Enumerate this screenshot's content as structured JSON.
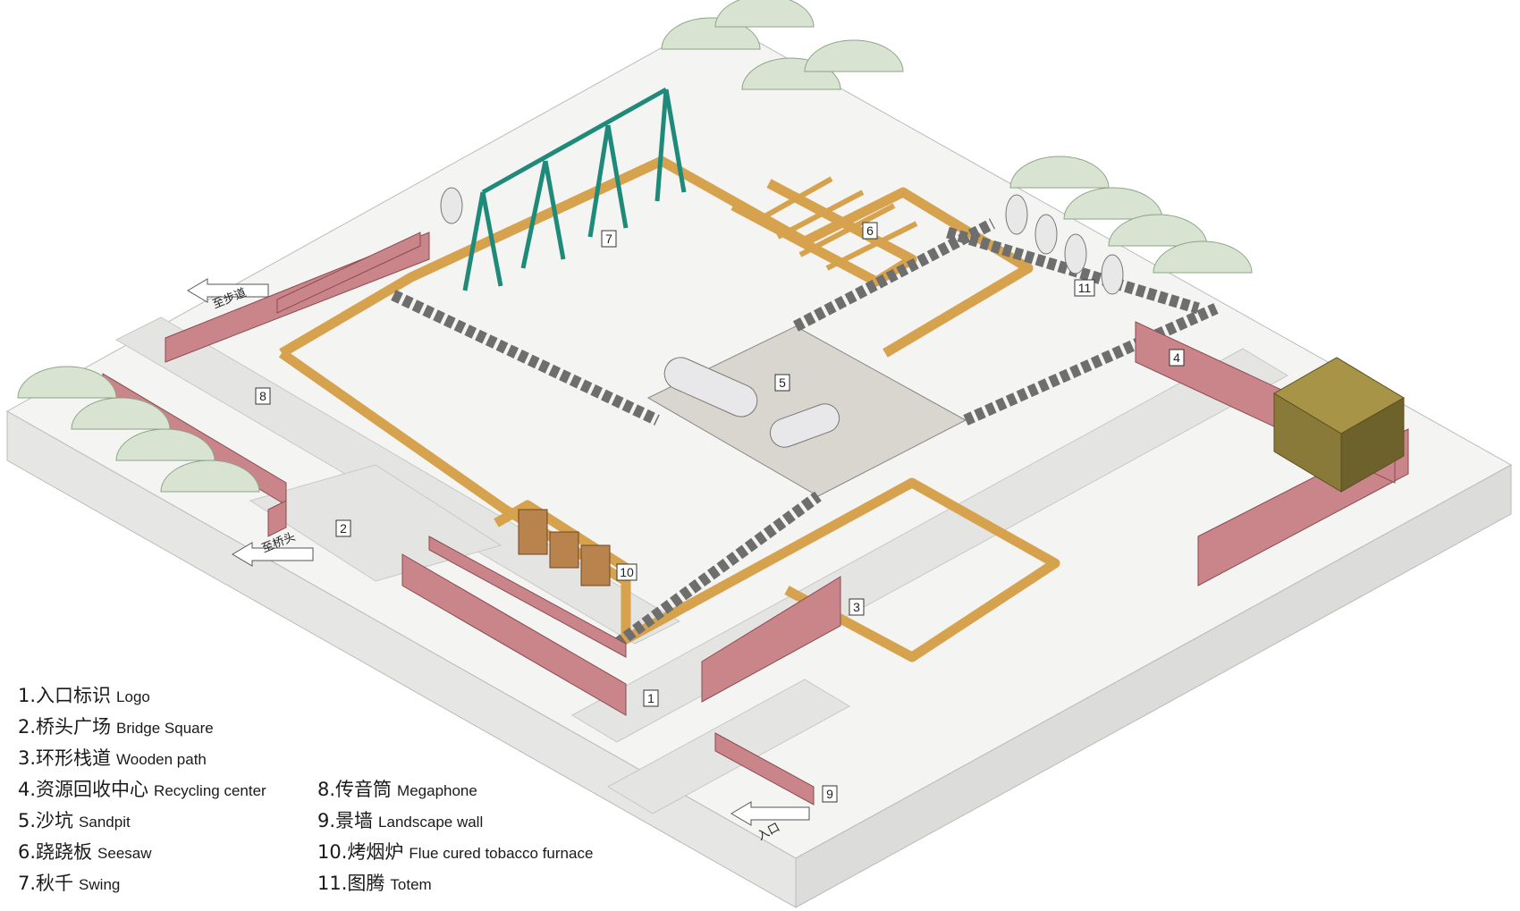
{
  "markers": [
    "1",
    "2",
    "3",
    "4",
    "5",
    "6",
    "7",
    "8",
    "9",
    "10",
    "11"
  ],
  "directions": {
    "to_trail": "至步道",
    "to_bridgehead": "至桥头",
    "entrance": "入口"
  },
  "legend": {
    "col1": [
      {
        "zh": "1.入口标识",
        "en": "Logo"
      },
      {
        "zh": "2.桥头广场",
        "en": "Bridge Square"
      },
      {
        "zh": "3.环形栈道",
        "en": "Wooden path"
      },
      {
        "zh": "4.资源回收中心",
        "en": "Recycling center"
      },
      {
        "zh": "5.沙坑",
        "en": "Sandpit"
      },
      {
        "zh": "6.跷跷板",
        "en": "Seesaw"
      },
      {
        "zh": "7.秋千",
        "en": "Swing"
      }
    ],
    "col2": [
      {
        "zh": "8.传音筒",
        "en": "Megaphone"
      },
      {
        "zh": "9.景墙",
        "en": "Landscape wall"
      },
      {
        "zh": "10.烤烟炉",
        "en": "Flue cured tobacco furnace"
      },
      {
        "zh": "11.图腾",
        "en": "Totem"
      }
    ]
  },
  "colors": {
    "base_top": "#f4f4f2",
    "base_side": "#e3e3e1",
    "sandpit": "#d9d6cf",
    "wood": "#d6a24e",
    "brick": "#c9858a",
    "tire": "#6e6e6e",
    "swing": "#1f8a7a",
    "tree": "#d8e4d1",
    "recycle_box": "#8a7a3a"
  }
}
